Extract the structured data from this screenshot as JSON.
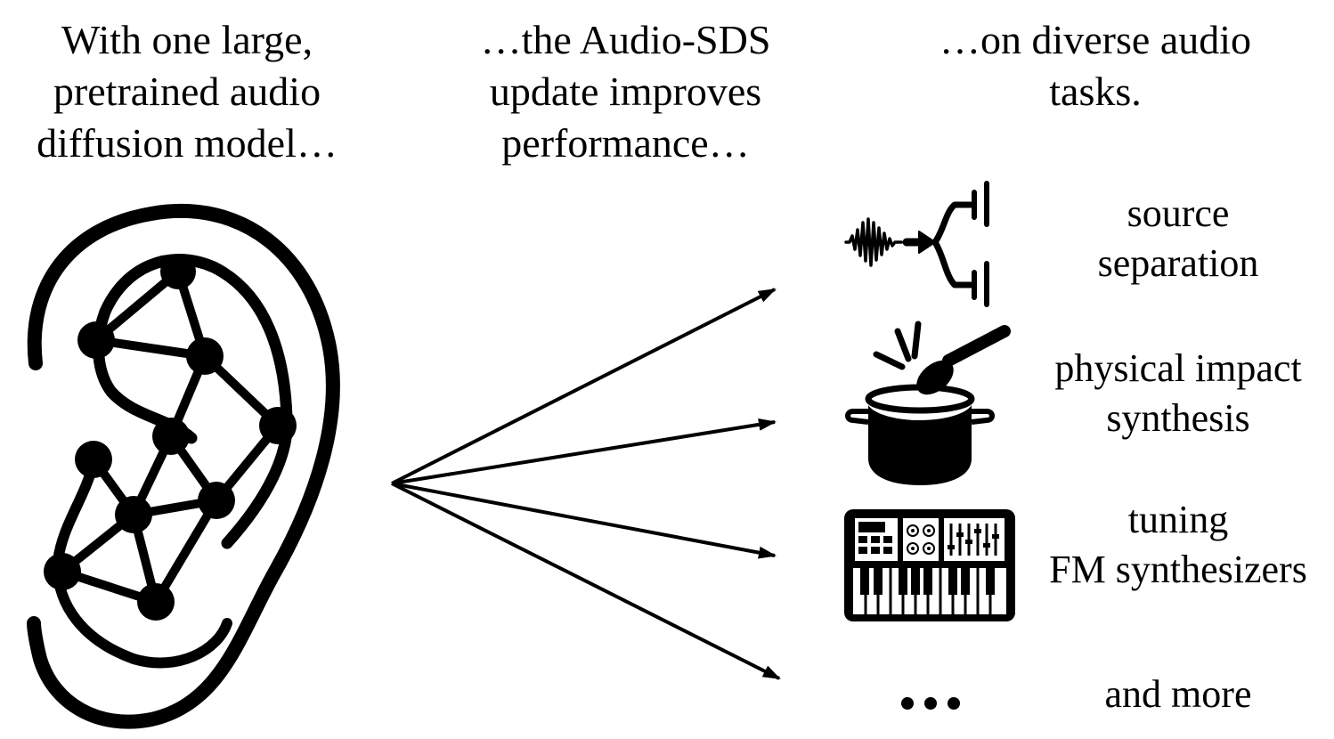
{
  "captions": {
    "model": "With one large,\npretrained audio\ndiffusion model…",
    "update": "…the Audio-SDS\nupdate improves\nperformance…",
    "tasks": "…on diverse audio\ntasks."
  },
  "tasks": [
    {
      "label": "source\nseparation",
      "icon": "source-separation-icon"
    },
    {
      "label": "physical impact\nsynthesis",
      "icon": "cooking-pot-spoon-icon"
    },
    {
      "label": "tuning\nFM synthesizers",
      "icon": "synthesizer-keyboard-icon"
    },
    {
      "label": "and more",
      "icon": "ellipsis-icon"
    }
  ],
  "colors": {
    "ink": "#000000",
    "background": "#ffffff"
  }
}
